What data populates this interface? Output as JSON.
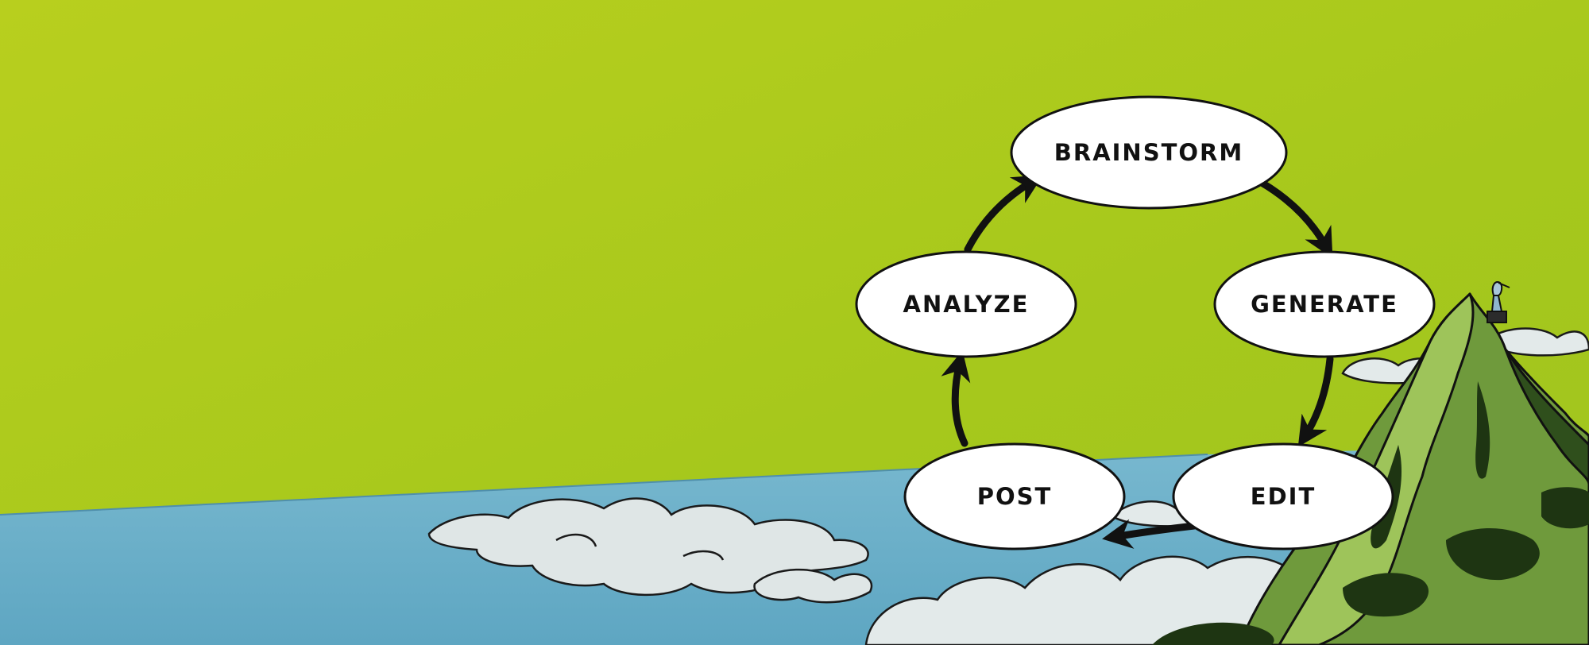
{
  "colors": {
    "sky_top": "#b8cf1e",
    "sky_mid": "#a6c81c",
    "sea": "#6fb3cc",
    "sea_dark": "#5a9fbb",
    "cloud": "#dfe6e6",
    "mountain": "#6f9a3c",
    "mountain_light": "#9ec45a",
    "mountain_dark": "#2f4f1c",
    "node_fill": "#ffffff",
    "outline": "#111111"
  },
  "diagram": {
    "type": "cycle",
    "nodes": [
      {
        "id": "brainstorm",
        "label": "BRAINSTORM"
      },
      {
        "id": "generate",
        "label": "GENERATE"
      },
      {
        "id": "edit",
        "label": "EDIT"
      },
      {
        "id": "post",
        "label": "POST"
      },
      {
        "id": "analyze",
        "label": "ANALYZE"
      }
    ],
    "edges": [
      {
        "from": "brainstorm",
        "to": "generate"
      },
      {
        "from": "generate",
        "to": "edit"
      },
      {
        "from": "edit",
        "to": "post"
      },
      {
        "from": "post",
        "to": "analyze"
      },
      {
        "from": "analyze",
        "to": "brainstorm"
      }
    ]
  },
  "illustration": {
    "subject": "comic-style seascape with clouds, a rocky green cliff and a small figure on the peak"
  }
}
